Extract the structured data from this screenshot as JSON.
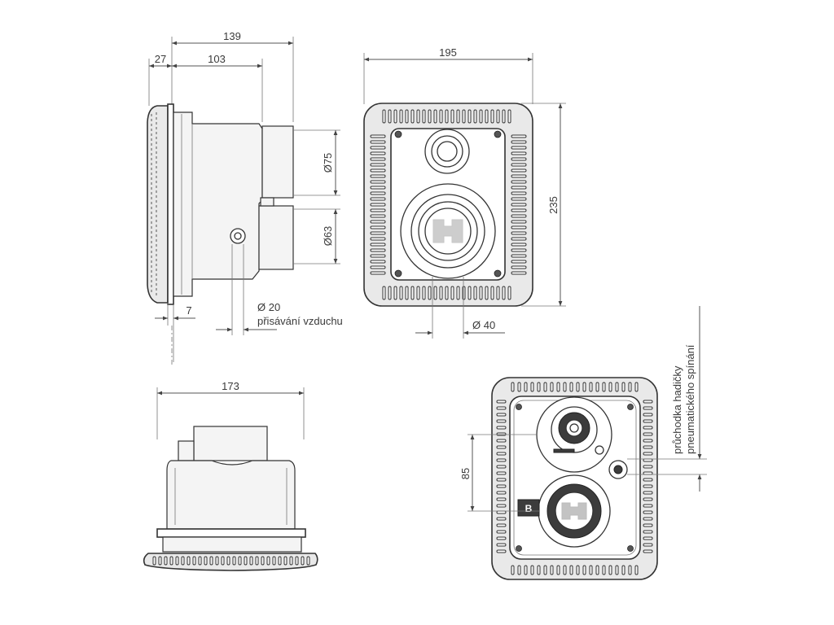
{
  "side_view": {
    "dim_overall": "139",
    "dim_front": "27",
    "dim_body": "103",
    "dim_flange": "7",
    "dim_port_upper": "Ø75",
    "dim_port_lower": "Ø63",
    "dim_air_inlet": "Ø 20",
    "air_inlet_label": "přisávání vzduchu"
  },
  "front_view": {
    "dim_width": "195",
    "dim_height": "235",
    "dim_nozzle": "Ø 40"
  },
  "bottom_view": {
    "dim_width": "173"
  },
  "rear_view": {
    "dim_spacing": "85",
    "hose_label_line1": "průchodka hadičky",
    "hose_label_line2": "pneumatického spínání",
    "valve_mark": "B"
  }
}
